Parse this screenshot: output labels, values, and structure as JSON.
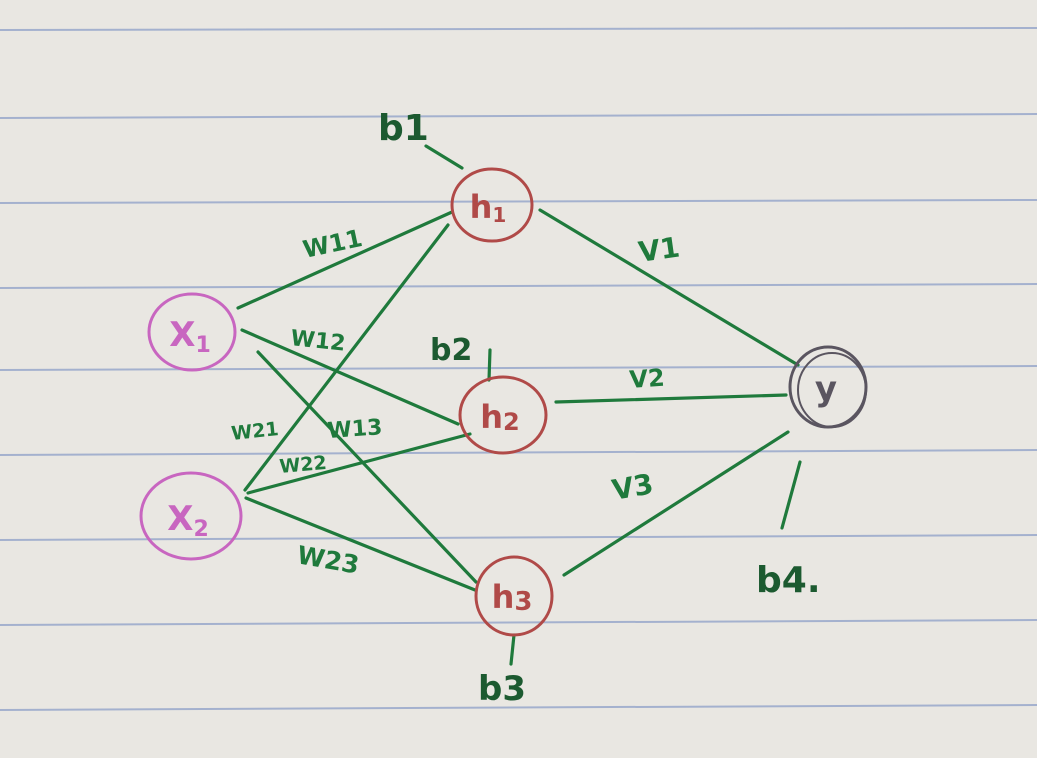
{
  "nodes": {
    "x1": {
      "label": "X1",
      "label_main": "X",
      "label_sub": "1"
    },
    "x2": {
      "label": "X2",
      "label_main": "X",
      "label_sub": "2"
    },
    "h1": {
      "label": "h1",
      "label_main": "h",
      "label_sub": "1"
    },
    "h2": {
      "label": "h2",
      "label_main": "h",
      "label_sub": "2"
    },
    "h3": {
      "label": "h3",
      "label_main": "h",
      "label_sub": "3"
    },
    "y": {
      "label": "y"
    }
  },
  "weights": {
    "w11": "W11",
    "w12": "W12",
    "w13": "W13",
    "w21": "W21",
    "w22": "W22",
    "w23": "W23",
    "v1": "V1",
    "v2": "V2",
    "v3": "V3"
  },
  "biases": {
    "b1": "b1",
    "b2": "b2",
    "b3": "b3",
    "b4": "b4."
  },
  "colors": {
    "paper": "#e9e7e2",
    "rule_line": "#8ea0c8",
    "input_node": "#c866c0",
    "hidden_node": "#b04a48",
    "output_node": "#5a5560",
    "edge": "#1f7a3c",
    "bias_text": "#1c5a30"
  }
}
